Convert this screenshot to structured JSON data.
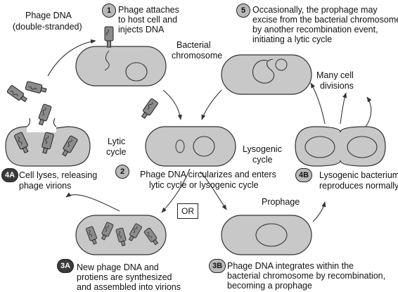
{
  "labels": {
    "phage_dna": "Phage DNA",
    "double_stranded": "(double-stranded)",
    "bacterial": "Bacterial",
    "chromosome": "chromosome",
    "lytic": "Lytic",
    "lytic_cycle": "cycle",
    "lysogenic": "Lysogenic",
    "lysogenic_cycle": "cycle",
    "many_cell": "Many cell",
    "divisions": "divisions",
    "prophage": "Prophage",
    "or": "OR"
  },
  "steps": {
    "s1": {
      "badge": "1",
      "line1": "Phage attaches",
      "line2": "to host cell and",
      "line3": "injects DNA"
    },
    "s2": {
      "badge": "2",
      "line1": "Phage DNA circularizes and enters",
      "line2": "lytic cycle or lysogenic cycle"
    },
    "s3a": {
      "badge": "3A",
      "line1": "New phage DNA and",
      "line2": "protiens are synthesized",
      "line3": "and assembled into virions"
    },
    "s3b": {
      "badge": "3B",
      "line1": "Phage DNA integrates within the",
      "line2": "bacterial chromosome by recombination,",
      "line3": "becoming a prophage"
    },
    "s4a": {
      "badge": "4A",
      "line1": "Cell lyses, releasing",
      "line2": "phage virions"
    },
    "s4b": {
      "badge": "4B",
      "line1": "Lysogenic bacterium",
      "line2": "reproduces normally"
    },
    "s5": {
      "badge": "5",
      "line1": "Occasionally, the prophage may",
      "line2": "excise from the bacterial chromosome",
      "line3": "by another recombination event,",
      "line4": "initiating a lytic cycle"
    }
  },
  "colors": {
    "cell": "#c8c8c8",
    "phage": "#8c8c8c",
    "badge_light": "#b9b9b9",
    "badge_dark": "#3a3a3a"
  }
}
